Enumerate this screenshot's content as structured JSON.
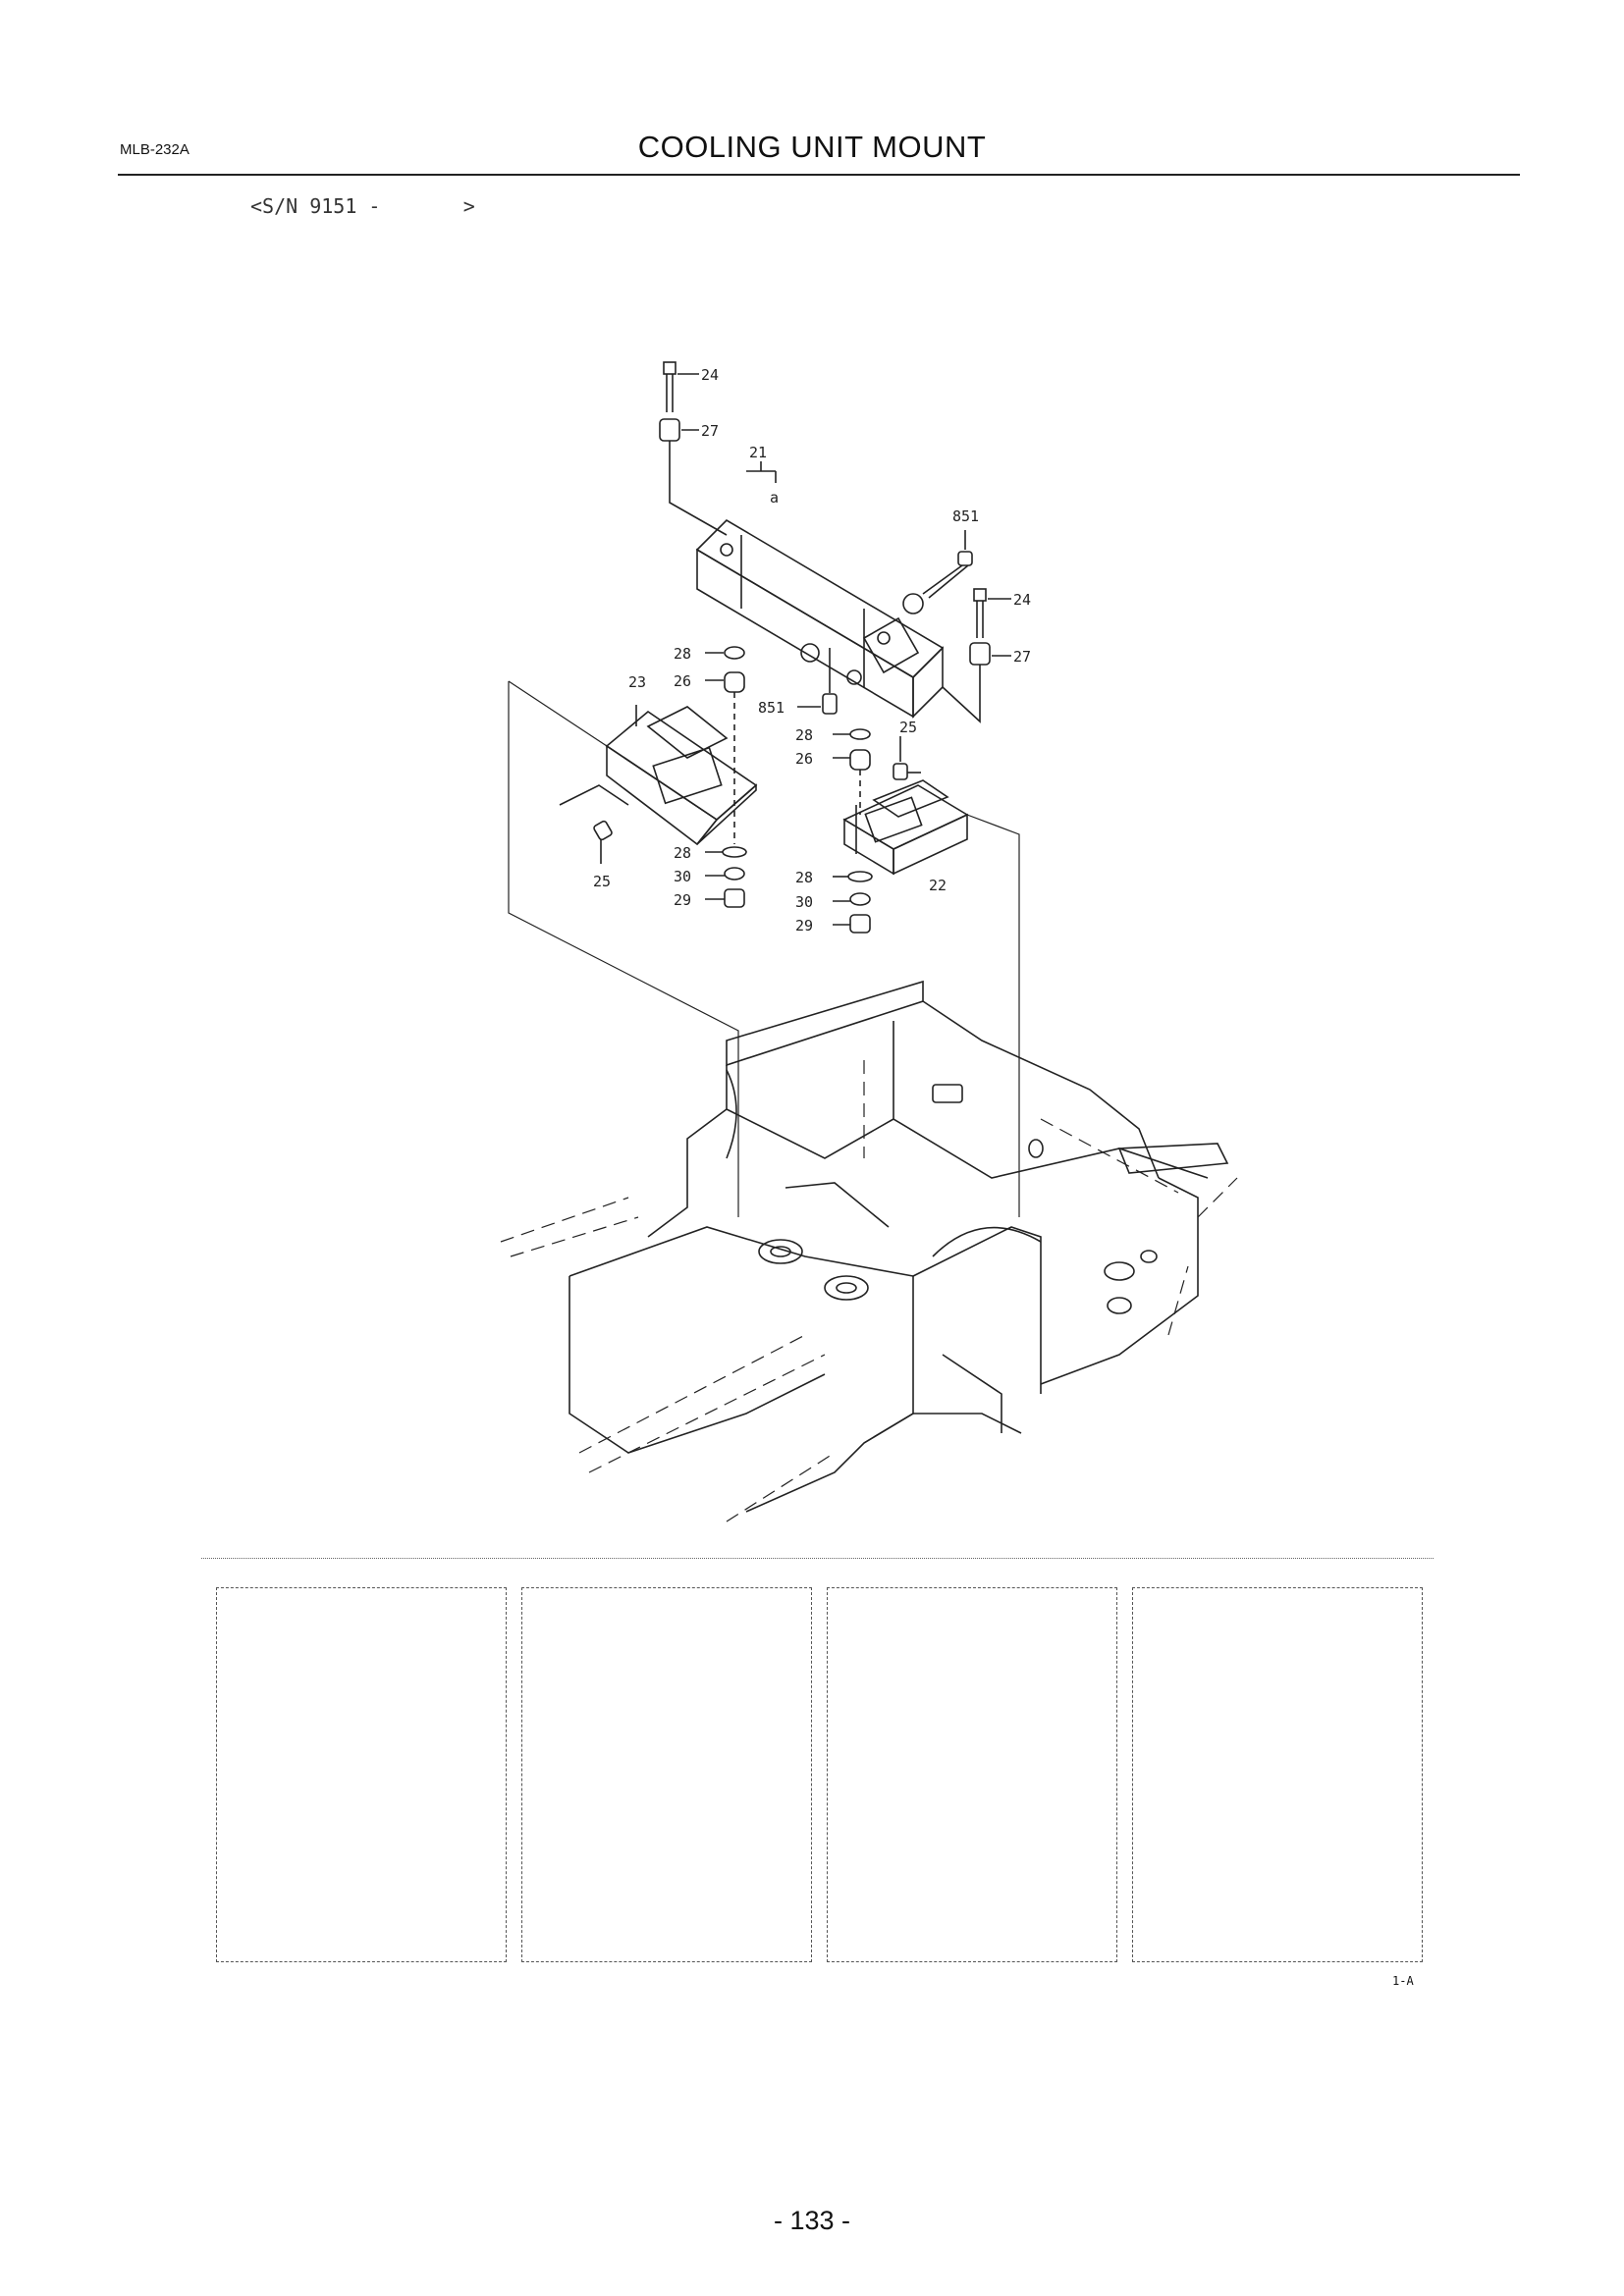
{
  "header": {
    "code": "MLB-232A",
    "title": "COOLING UNIT MOUNT",
    "serial": "<S/N 9151 -       >"
  },
  "callouts": {
    "c24a": "24",
    "c27a": "27",
    "c21": "21",
    "ca": "a",
    "c851": "851",
    "c24b": "24",
    "c27b": "27",
    "c28a": "28",
    "c23": "23",
    "c26a": "26",
    "c851b": "851",
    "c28b": "28",
    "c25a": "25",
    "c26b": "26",
    "c28c": "28",
    "c25b": "25",
    "c30a": "30",
    "c29a": "29",
    "c28d": "28",
    "c22": "22",
    "c30b": "30",
    "c29b": "29"
  },
  "footer": {
    "box_ref": "1-A",
    "page_number": "- 133 -"
  }
}
